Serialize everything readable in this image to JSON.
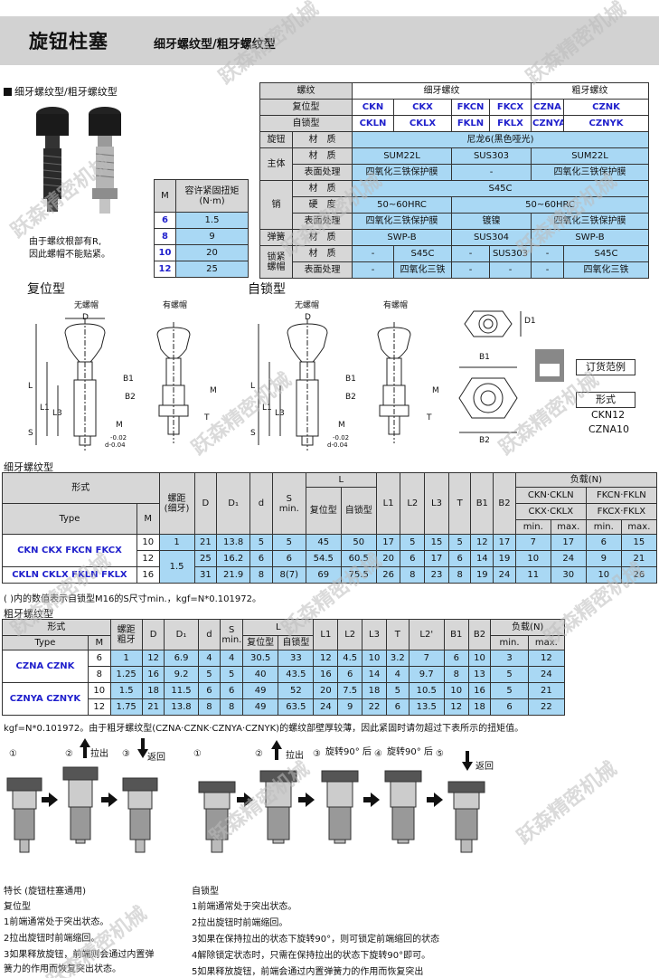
{
  "header": {
    "title": "旋钮柱塞",
    "subtitle": "细牙螺纹型/粗牙螺纹型"
  },
  "section1": {
    "title": "细牙螺纹型/粗牙螺纹型",
    "root_note_1": "由于螺纹根部有R,",
    "root_note_2": "因此螺帽不能贴紧。"
  },
  "torque_table": {
    "h_m": "M",
    "h_torque_1": "容许紧固扭矩",
    "h_torque_2": "(N·m)",
    "rows": [
      {
        "m": "6",
        "v": "1.5"
      },
      {
        "m": "8",
        "v": "9"
      },
      {
        "m": "10",
        "v": "20"
      },
      {
        "m": "12",
        "v": "25"
      }
    ]
  },
  "spec": {
    "thread": "螺纹",
    "fine": "细牙螺纹",
    "coarse": "粗牙螺纹",
    "reset_type": "复位型",
    "lock_type": "自锁型",
    "reset_codes": [
      "CKN",
      "CKX",
      "FKCN",
      "FKCX",
      "CZNA",
      "CZNK"
    ],
    "lock_codes": [
      "CKLN",
      "CKLX",
      "FKLN",
      "FKLX",
      "CZNYA",
      "CZNYK"
    ],
    "knob": "旋钮",
    "body": "主体",
    "pin": "销",
    "spring": "弹簧",
    "lock_nut_1": "锁紧",
    "lock_nut_2": "螺帽",
    "material": "材　质",
    "surface": "表面处理",
    "hardness": "硬　度",
    "knob_mat": "尼龙6(黑色哑光)",
    "body_mat": [
      "SUM22L",
      "SUS303",
      "SUM22L"
    ],
    "body_surf": [
      "四氧化三铁保护膜",
      "-",
      "四氧化三铁保护膜"
    ],
    "pin_mat": "S45C",
    "pin_hard": [
      "50~60HRC",
      "50~60HRC"
    ],
    "pin_surf": [
      "四氧化三铁保护膜",
      "镀镍",
      "四氧化三铁保护膜"
    ],
    "spring_mat": [
      "SWP-B",
      "SUS304",
      "SWP-B"
    ],
    "nut_mat": [
      "-",
      "S45C",
      "-",
      "SUS303",
      "-",
      "S45C"
    ],
    "nut_surf": [
      "-",
      "四氧化三铁",
      "-",
      "-",
      "-",
      "四氧化三铁"
    ]
  },
  "drawing": {
    "reset_title": "复位型",
    "lock_title": "自锁型",
    "no_nut": "无螺帽",
    "with_nut": "有螺帽",
    "dims": {
      "D": "D",
      "L": "L",
      "L1": "L1",
      "L3": "L3",
      "S": "S",
      "M": "M",
      "B1": "B1",
      "B2": "B2",
      "T": "T",
      "D1": "D1",
      "d": "d",
      "tol_1": "-0.02",
      "tol_2": "d-0.04"
    },
    "order_btn": "订货范例",
    "form_btn": "形式",
    "order_ex_1": "CKN12",
    "order_ex_2": "CZNA10"
  },
  "fine_section": {
    "title": "细牙螺纹型"
  },
  "fine_table": {
    "h_form": "形式",
    "h_pitch_1": "螺距",
    "h_pitch_2": "(细牙)",
    "h_D": "D",
    "h_D1": "D₁",
    "h_d": "d",
    "h_S_1": "S",
    "h_S_2": "min.",
    "h_L": "L",
    "h_reset": "复位型",
    "h_lock": "自锁型",
    "h_L1": "L1",
    "h_L2": "L2",
    "h_L3": "L3",
    "h_T": "T",
    "h_B1": "B1",
    "h_B2": "B2",
    "h_load": "负载(N)",
    "h_ck_1": "CKN·CKLN",
    "h_ck_2": "CKX·CKLX",
    "h_fk_1": "FKCN·FKLN",
    "h_fk_2": "FKCX·FKLX",
    "h_type": "Type",
    "h_M": "M",
    "h_min": "min.",
    "h_max": "max.",
    "type_1": "CKN  CKX  FKCN  FKCX",
    "type_2": "CKLN  CKLX  FKLN  FKLX",
    "rows": [
      [
        "10",
        "1",
        "21",
        "13.8",
        "5",
        "5",
        "45",
        "50",
        "17",
        "5",
        "15",
        "5",
        "12",
        "17",
        "7",
        "17",
        "6",
        "15"
      ],
      [
        "12",
        "25",
        "16.2",
        "6",
        "6",
        "54.5",
        "60.5",
        "20",
        "6",
        "17",
        "6",
        "14",
        "19",
        "10",
        "24",
        "9",
        "21"
      ],
      [
        "16",
        "31",
        "21.9",
        "8",
        "8(7)",
        "69",
        "75.5",
        "26",
        "8",
        "23",
        "8",
        "19",
        "24",
        "11",
        "30",
        "10",
        "26"
      ]
    ],
    "pitch_15": "1.5"
  },
  "fine_note": "( )内的数值表示自锁型M16的S尺寸min.，kgf=N*0.101972。",
  "coarse_section": {
    "title": "粗牙螺纹型"
  },
  "coarse_table": {
    "h_form": "形式",
    "h_pitch_1": "螺距",
    "h_pitch_2": "粗牙",
    "h_D": "D",
    "h_D1": "D₁",
    "h_d": "d",
    "h_S_1": "S",
    "h_S_2": "min.",
    "h_L": "L",
    "h_reset": "复位型",
    "h_lock": "自锁型",
    "h_L1": "L1",
    "h_L2": "L2",
    "h_L3": "L3",
    "h_T": "T",
    "h_L2p": "L2'",
    "h_B1": "B1",
    "h_B2": "B2",
    "h_load": "负载(N)",
    "h_type": "Type",
    "h_M": "M",
    "h_min": "min.",
    "h_max": "max.",
    "type_1": "CZNA  CZNK",
    "type_2": "CZNYA  CZNYK",
    "rows": [
      [
        "6",
        "1",
        "12",
        "6.9",
        "4",
        "4",
        "30.5",
        "33",
        "12",
        "4.5",
        "10",
        "3.2",
        "7",
        "6",
        "10",
        "3",
        "12"
      ],
      [
        "8",
        "1.25",
        "16",
        "9.2",
        "5",
        "5",
        "40",
        "43.5",
        "16",
        "6",
        "14",
        "4",
        "9.7",
        "8",
        "13",
        "5",
        "24"
      ],
      [
        "10",
        "1.5",
        "18",
        "11.5",
        "6",
        "6",
        "49",
        "52",
        "20",
        "7.5",
        "18",
        "5",
        "10.5",
        "10",
        "16",
        "5",
        "21"
      ],
      [
        "12",
        "1.75",
        "21",
        "13.8",
        "8",
        "8",
        "49",
        "63.5",
        "24",
        "9",
        "22",
        "6",
        "13.5",
        "12",
        "18",
        "6",
        "22"
      ]
    ]
  },
  "coarse_note": "kgf=N*0.101972。由于粗牙螺纹型(CZNA·CZNK·CZNYA·CZNYK)的螺纹部壁厚较薄，因此紧固时请勿超过下表所示的扭矩值。",
  "steps": {
    "n1": "①",
    "n2": "②",
    "n3": "③",
    "n4": "④",
    "n5": "⑤",
    "pull": "拉出",
    "back": "返回",
    "rotate": "旋转90° 后"
  },
  "desc": {
    "left_title": "特长 (旋钮柱塞通用)",
    "reset_title": "复位型",
    "reset_1": "1前端通常处于突出状态。",
    "reset_2": "2拉出旋钮时前端缩回。",
    "reset_3": "3如果释放旋钮，前端则会通过内置弹",
    "reset_4": "簧力的作用而恢复突出状态。",
    "lock_title": "自锁型",
    "lock_1": "1前端通常处于突出状态。",
    "lock_2": "2拉出旋钮时前端缩回。",
    "lock_3": "3如果在保持拉出的状态下旋转90°，则可锁定前端缩回的状态",
    "lock_4": "4解除锁定状态时，只需在保持拉出的状态下旋转90°即可。",
    "lock_5": "5如果释放旋钮，前端会通过内置弹簧力的作用而恢复突出"
  },
  "watermark": "跃森精密机械"
}
